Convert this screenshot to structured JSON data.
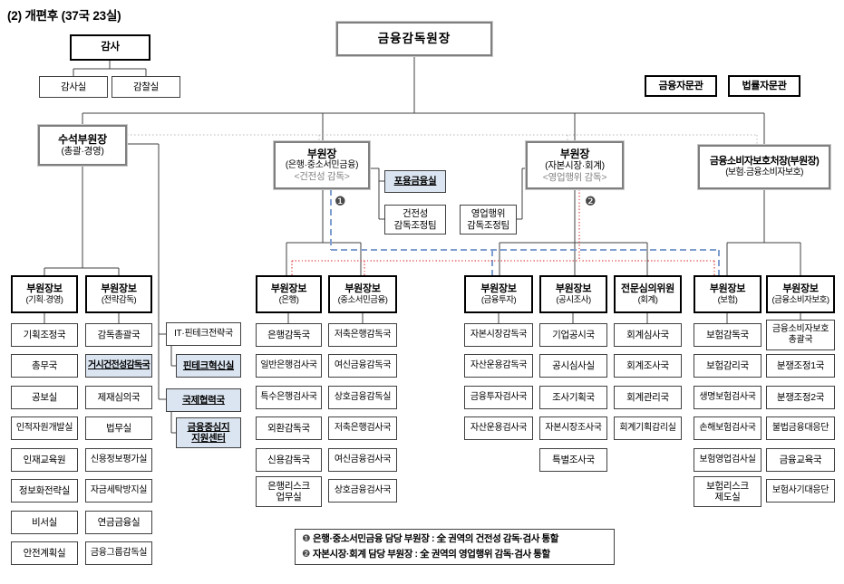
{
  "title": "(2) 개편후 (37국 23실)",
  "top": {
    "governor": "금융감독원장",
    "auditor": "감사",
    "audit_office": "감사실",
    "inspection_office": "감찰실",
    "financial_advisor": "금융자문관",
    "legal_advisor": "법률자문관"
  },
  "executives": {
    "senior_deputy": {
      "line1": "수석부원장",
      "line2": "(총괄·경영)"
    },
    "deputy_bank": {
      "line1": "부원장",
      "line2": "(은행·중소서민금융)",
      "line3": "<건전성 감독>",
      "badge": "❶"
    },
    "deputy_capital": {
      "line1": "부원장",
      "line2": "(자본시장·회계)",
      "line3": "<영업행위 감독>",
      "badge": "❷"
    },
    "consumer_head": {
      "line1": "금융소비자보호처장(부원장)",
      "line2": "(보험·금융소비자보호)"
    }
  },
  "staff_units": {
    "inclusive_finance": "포용금융실",
    "prudential_team": "건전성\n감독조정팀",
    "conduct_team": "영업행위\n감독조정팀",
    "it_fintech": "IT·핀테크전략국",
    "fintech_innovation": "핀테크혁신실",
    "intl_cooperation": "국제협력국",
    "financial_hub": "금융중심지\n지원센터"
  },
  "cols": [
    {
      "header": "부원장보",
      "sub": "(기획·경영)",
      "items": [
        "기획조정국",
        "총무국",
        "공보실",
        "인적자원개발실",
        "인재교육원",
        "정보화전략실",
        "비서실",
        "안전계획실"
      ]
    },
    {
      "header": "부원장보",
      "sub": "(전략감독)",
      "items": [
        "감독총괄국",
        "거시건전성감독국",
        "제재심의국",
        "법무실",
        "신용정보평가실",
        "자금세탁방지실",
        "연금금융실",
        "금융그룹감독실"
      ]
    },
    {
      "header": "부원장보",
      "sub": "(은행)",
      "items": [
        "은행감독국",
        "일반은행검사국",
        "특수은행검사국",
        "외환감독국",
        "신용감독국",
        "은행리스크\n업무실"
      ]
    },
    {
      "header": "부원장보",
      "sub": "(중소서민금융)",
      "items": [
        "저축은행감독국",
        "여신금융감독국",
        "상호금융감독실",
        "저축은행검사국",
        "여신금융검사국",
        "상호금융검사국"
      ]
    },
    {
      "header": "부원장보",
      "sub": "(금융투자)",
      "items": [
        "자본시장감독국",
        "자산운용감독국",
        "금융투자검사국",
        "자산운용검사국"
      ]
    },
    {
      "header": "부원장보",
      "sub": "(공시조사)",
      "items": [
        "기업공시국",
        "공시심사실",
        "조사기획국",
        "자본시장조사국",
        "특별조사국"
      ]
    },
    {
      "header": "전문심의위원",
      "sub": "(회계)",
      "items": [
        "회계심사국",
        "회계조사국",
        "회계관리국",
        "회계기획감리실"
      ]
    },
    {
      "header": "부원장보",
      "sub": "(보험)",
      "items": [
        "보험감독국",
        "보험감리국",
        "생명보험검사국",
        "손해보험검사국",
        "보험영업검사실",
        "보험리스크\n제도실"
      ]
    },
    {
      "header": "부원장보",
      "sub": "(금융소비자보호)",
      "items": [
        "금융소비자보호\n총괄국",
        "분쟁조정1국",
        "분쟁조정2국",
        "불법금융대응단",
        "금융교육국",
        "보험사기대응단"
      ]
    }
  ],
  "legend": [
    {
      "bullet": "❶",
      "text": "은행·중소서민금융 담당 부원장 : 全 권역의 건전성 감독·검사 통할"
    },
    {
      "bullet": "❷",
      "text": "자본시장·회계 담당 부원장 : 全 권역의 영업행위 감독·검사 통할"
    }
  ],
  "colors": {
    "highlight": "#dbe5f1",
    "blue_dash": "#7f9ed0",
    "red_dot": "#dd2222",
    "line": "#404040"
  }
}
